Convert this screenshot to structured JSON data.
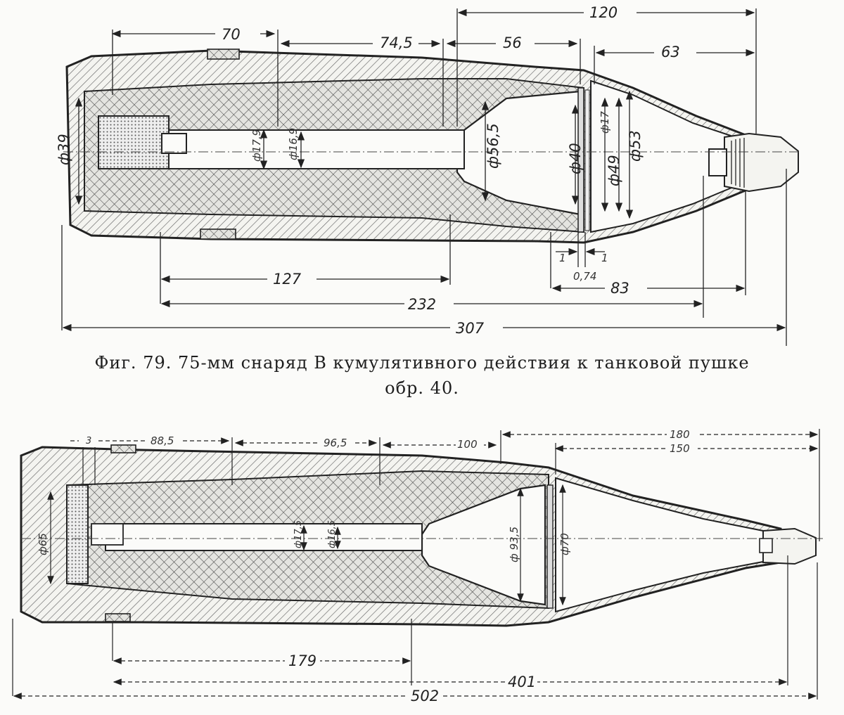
{
  "figure1": {
    "caption_line1": "Фиг. 79. 75-мм снаряд В кумулятивного действия к танковой пушке",
    "caption_line2": "обр. 40.",
    "dims": {
      "d70": "70",
      "d74_5": "74,5",
      "d56": "56",
      "d120": "120",
      "d63": "63",
      "phi39": "ф39",
      "phi17_9": "ф17,9",
      "phi16_9": "ф16,9",
      "phi56_5": "ф56,5",
      "phi40": "ф40",
      "phi17": "ф17",
      "phi49": "ф49",
      "phi53": "ф53",
      "d1a": "1",
      "d1b": "1",
      "d0_74": "0,74",
      "d127": "127",
      "d83": "83",
      "d232": "232",
      "d307": "307"
    }
  },
  "figure2": {
    "dims": {
      "d3": "3",
      "d88_5": "88,5",
      "d96_5": "96,5",
      "d100": "100",
      "d180": "180",
      "d150": "150",
      "phi65": "ф65",
      "phi17_5": "ф17,5",
      "phi16_5": "ф16,5",
      "phi93_5": "ф 93,5",
      "phi70": "ф70",
      "d179": "179",
      "d401": "401",
      "d502": "502"
    }
  }
}
